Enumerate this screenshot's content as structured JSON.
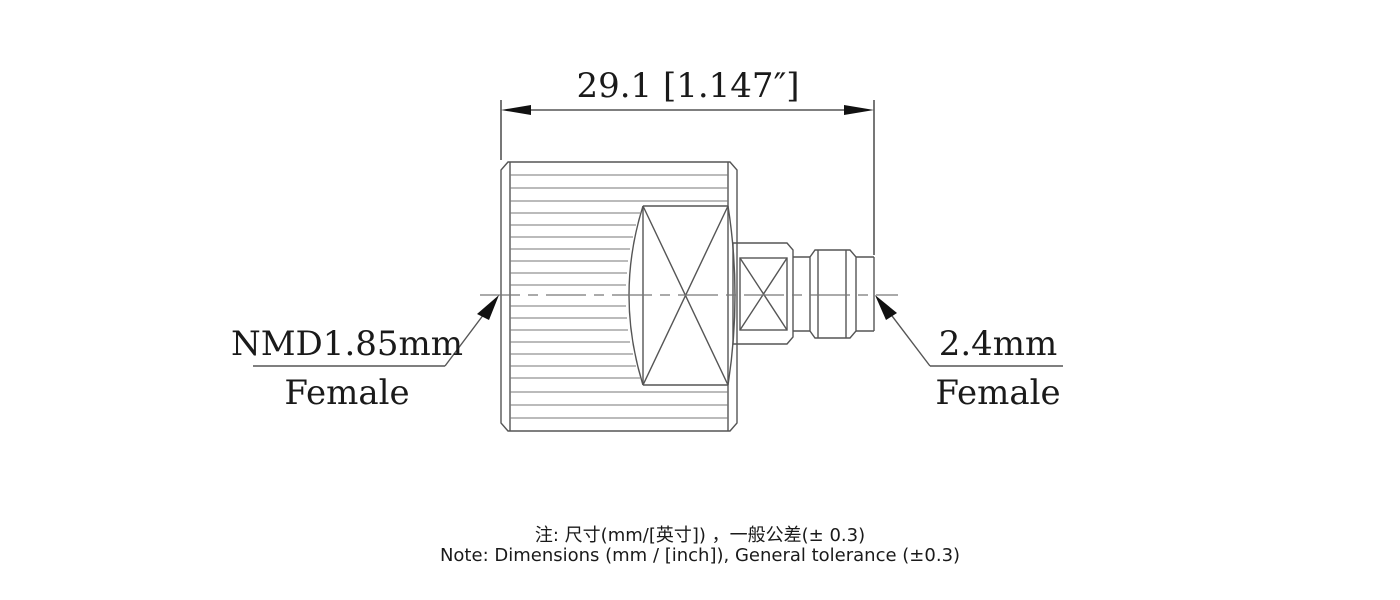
{
  "drawing": {
    "overall_length": "29.1 [1.147″]",
    "left_connector": {
      "type": "NMD1.85mm",
      "gender": "Female"
    },
    "right_connector": {
      "type": "2.4mm",
      "gender": "Female"
    }
  },
  "notes": {
    "chinese": "注: 尺寸(mm/[英寸]) ，一般公差(± 0.3)",
    "english": "Note: Dimensions (mm / [inch]), General tolerance (±0.3)"
  },
  "colors": {
    "line": "#555555",
    "text": "#1a1a1a",
    "background": "#ffffff"
  }
}
